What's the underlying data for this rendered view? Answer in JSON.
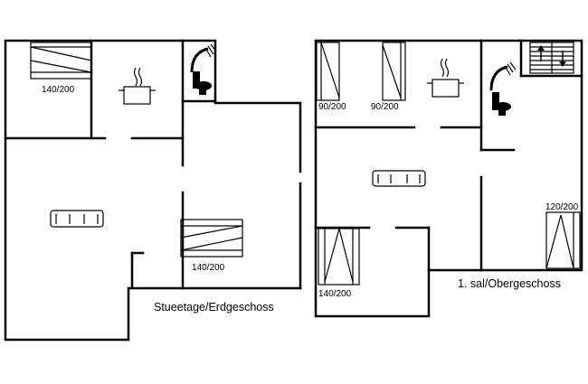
{
  "floors": [
    {
      "label": "Stueetage/Erdgeschoss",
      "beds": [
        "140/200",
        "140/200"
      ]
    },
    {
      "label": "1. sal/Obergeschoss",
      "beds": [
        "90/200",
        "90/200",
        "140/200",
        "120/200"
      ]
    }
  ],
  "icons": [
    "bed-icon",
    "stove-icon",
    "toilet-icon",
    "shower-icon",
    "sofa-icon",
    "staircase-icon"
  ]
}
